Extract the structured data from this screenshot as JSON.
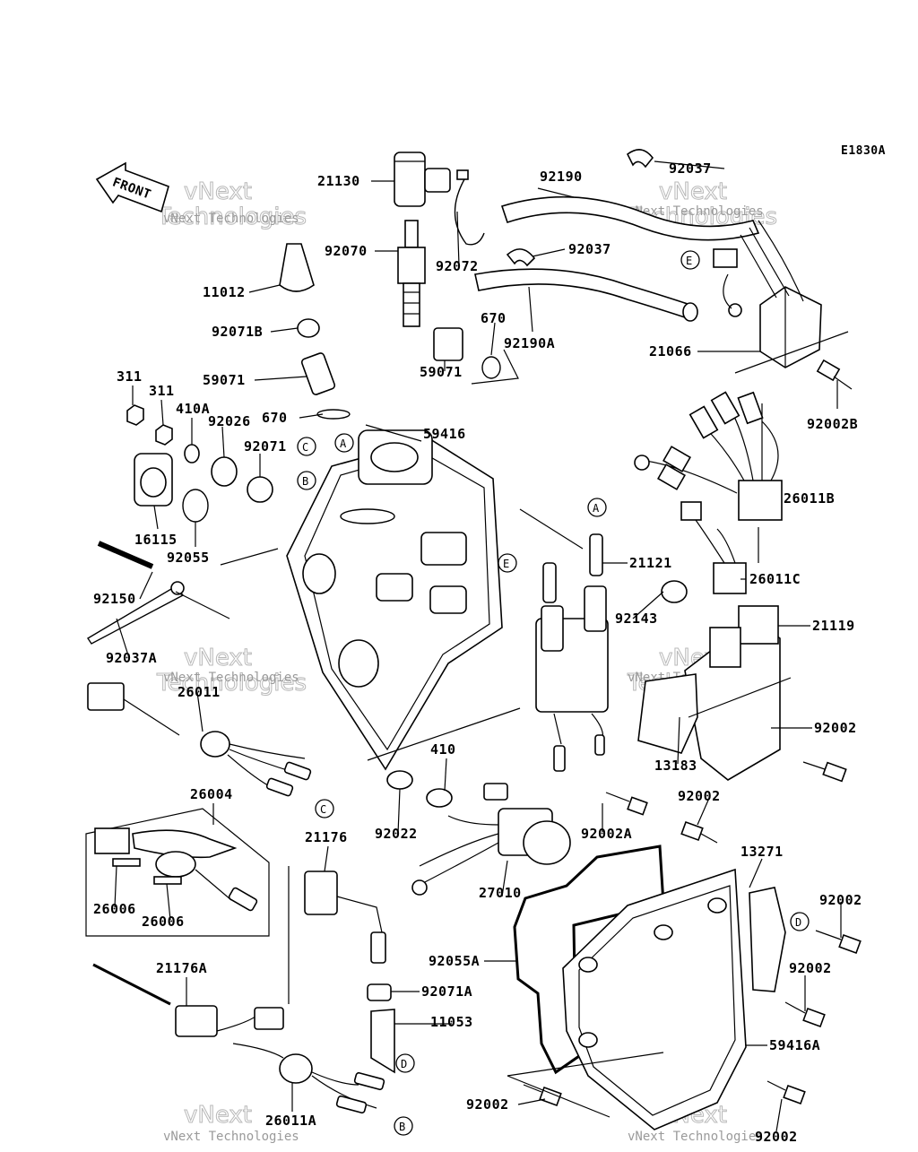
{
  "diagram_id": "E1830A",
  "front_label": "FRONT",
  "watermark_big_1": "vNext",
  "watermark_big_2": "Technologies",
  "watermark_small": "vNext Technologies",
  "callouts": [
    "A",
    "B",
    "C",
    "D",
    "E"
  ],
  "labels": {
    "p21130": "21130",
    "p92190": "92190",
    "p92037_top": "92037",
    "p92070": "92070",
    "p92072": "92072",
    "p92037_mid": "92037",
    "p11012": "11012",
    "p670_top": "670",
    "p92190A": "92190A",
    "p21066": "21066",
    "p92071B": "92071B",
    "p59071_left": "59071",
    "p59071_right": "59071",
    "p92002B": "92002B",
    "p311_a": "311",
    "p311_b": "311",
    "p410A": "410A",
    "p92026": "92026",
    "p670_mid": "670",
    "p59416": "59416",
    "p92071": "92071",
    "p16115": "16115",
    "p92055": "92055",
    "p26011B": "26011B",
    "p92150": "92150",
    "p21121": "21121",
    "p26011C": "26011C",
    "p92143": "92143",
    "p21119": "21119",
    "p92037A": "92037A",
    "p26011": "26011",
    "p92002_r1": "92002",
    "p13183": "13183",
    "p410": "410",
    "p26004": "26004",
    "p92002_r2": "92002",
    "p92022": "92022",
    "p92002A": "92002A",
    "p21176": "21176",
    "p13271": "13271",
    "p26006_a": "26006",
    "p26006_b": "26006",
    "p27010": "27010",
    "p92002_r3": "92002",
    "p92055A": "92055A",
    "p21176A": "21176A",
    "p92071A": "92071A",
    "p92002_r4": "92002",
    "p11053": "11053",
    "p59416A": "59416A",
    "p92002_b1": "92002",
    "p26011A": "26011A",
    "p92002_b2": "92002"
  }
}
